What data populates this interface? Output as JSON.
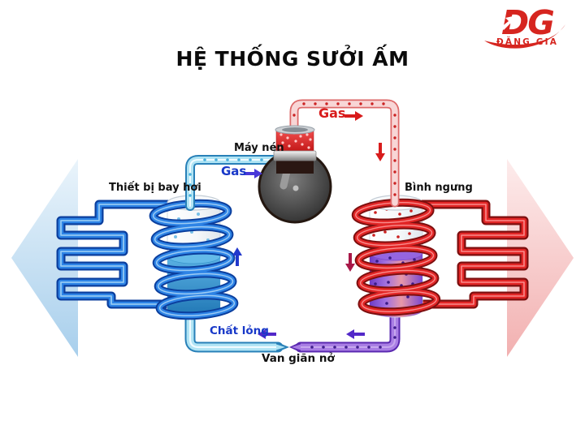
{
  "title": "HỆ THỐNG SƯỞI ẤM",
  "logo": {
    "initials": "DG",
    "company": "ĐẶNG GIA"
  },
  "labels": {
    "compressor": "Máy nén",
    "suction_gas": "Gas",
    "discharge_gas": "Gas",
    "evaporator": "Thiết bị bay hơi",
    "condenser": "Bình ngưng",
    "liquid": "Chất lỏng",
    "expansion_valve": "Van giãn nở"
  },
  "colors": {
    "logo_red": "#d6251f",
    "hot_red": "#d81c1c",
    "cold_blue": "#2238cc",
    "gas_arrow_blue": "#4838d8",
    "maroon_arrow": "#a81848",
    "valve_purple": "#5228c8",
    "coil_blue": "#2e84e6",
    "coil_red": "#e22626",
    "cyan_pipe": "#b0e4f4",
    "pink_pipe": "#f8d6d6",
    "purple_pipe": "#a97ee4",
    "cold_air": "#a8cfec",
    "warm_air": "#f2b0b0"
  }
}
